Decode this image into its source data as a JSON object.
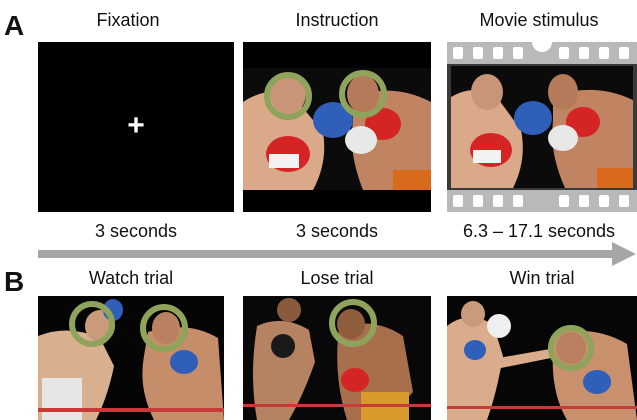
{
  "panel_a": {
    "letter": "A",
    "stages": [
      {
        "title": "Fixation",
        "duration": "3 seconds"
      },
      {
        "title": "Instruction",
        "duration": "3 seconds"
      },
      {
        "title": "Movie stimulus",
        "duration": "6.3 – 17.1 seconds"
      }
    ],
    "fixation_symbol": "+"
  },
  "panel_b": {
    "letter": "B",
    "trials": [
      {
        "title": "Watch trial"
      },
      {
        "title": "Lose trial"
      },
      {
        "title": "Win trial"
      }
    ]
  },
  "colors": {
    "highlight_ring": "#8fa35a",
    "timeline_arrow": "#a6a6a6",
    "glove_red": "#d42424",
    "glove_blue": "#2f5fb8"
  }
}
